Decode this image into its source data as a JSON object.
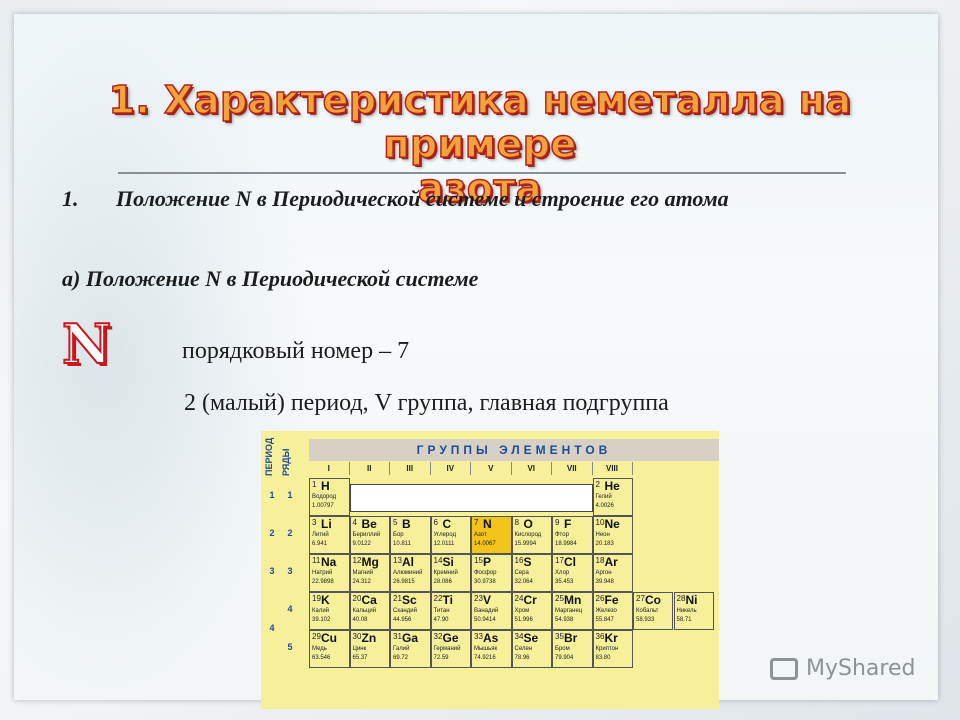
{
  "slide": {
    "title_line1": "1. Характеристика неметалла на примере",
    "title_line2": "азота",
    "item_number": "1.",
    "item_text": "Положение N  в Периодической системе и строение его атома",
    "sub_heading": "а) Положение N  в Периодической системе",
    "symbol": "N",
    "line1": "порядковый номер – 7",
    "line2": "2 (малый) период, V группа, главная подгруппа",
    "brand": "MyShared"
  },
  "table": {
    "header": "ГРУППЫ ЭЛЕМЕНТОВ",
    "col_period": "ПЕРИОД",
    "col_row": "РЯДЫ",
    "groups": [
      "I",
      "II",
      "III",
      "IV",
      "V",
      "VI",
      "VII",
      "VIII"
    ],
    "periods": [
      "1",
      "2",
      "3",
      "4"
    ],
    "rows": [
      "1",
      "2",
      "3",
      "4",
      "5"
    ],
    "elements": [
      {
        "z": "1",
        "sym": "H",
        "name": "Водород",
        "mass": "1.00797"
      },
      {
        "z": "2",
        "sym": "He",
        "name": "Гелий",
        "mass": "4.0026"
      },
      {
        "z": "3",
        "sym": "Li",
        "name": "Литий",
        "mass": "6.941"
      },
      {
        "z": "4",
        "sym": "Be",
        "name": "Бериллий",
        "mass": "9.0122"
      },
      {
        "z": "5",
        "sym": "B",
        "name": "Бор",
        "mass": "10.811"
      },
      {
        "z": "6",
        "sym": "C",
        "name": "Углерод",
        "mass": "12.0111"
      },
      {
        "z": "7",
        "sym": "N",
        "name": "Азот",
        "mass": "14.0067"
      },
      {
        "z": "8",
        "sym": "O",
        "name": "Кислород",
        "mass": "15.9994"
      },
      {
        "z": "9",
        "sym": "F",
        "name": "Фтор",
        "mass": "18.9984"
      },
      {
        "z": "10",
        "sym": "Ne",
        "name": "Неон",
        "mass": "20.183"
      },
      {
        "z": "11",
        "sym": "Na",
        "name": "Натрий",
        "mass": "22.9898"
      },
      {
        "z": "12",
        "sym": "Mg",
        "name": "Магний",
        "mass": "24.312"
      },
      {
        "z": "13",
        "sym": "Al",
        "name": "Алюминий",
        "mass": "26.9815"
      },
      {
        "z": "14",
        "sym": "Si",
        "name": "Кремний",
        "mass": "28.086"
      },
      {
        "z": "15",
        "sym": "P",
        "name": "Фосфор",
        "mass": "30.9738"
      },
      {
        "z": "16",
        "sym": "S",
        "name": "Сера",
        "mass": "32.064"
      },
      {
        "z": "17",
        "sym": "Cl",
        "name": "Хлор",
        "mass": "35.453"
      },
      {
        "z": "18",
        "sym": "Ar",
        "name": "Аргон",
        "mass": "39.948"
      },
      {
        "z": "19",
        "sym": "K",
        "name": "Калий",
        "mass": "39.102"
      },
      {
        "z": "20",
        "sym": "Ca",
        "name": "Кальций",
        "mass": "40.08"
      },
      {
        "z": "21",
        "sym": "Sc",
        "name": "Скандий",
        "mass": "44.956"
      },
      {
        "z": "22",
        "sym": "Ti",
        "name": "Титан",
        "mass": "47.90"
      },
      {
        "z": "23",
        "sym": "V",
        "name": "Ванадий",
        "mass": "50.9414"
      },
      {
        "z": "24",
        "sym": "Cr",
        "name": "Хром",
        "mass": "51.996"
      },
      {
        "z": "25",
        "sym": "Mn",
        "name": "Марганец",
        "mass": "54.938"
      },
      {
        "z": "26",
        "sym": "Fe",
        "name": "Железо",
        "mass": "55.847"
      },
      {
        "z": "27",
        "sym": "Co",
        "name": "Кобальт",
        "mass": "58.933"
      },
      {
        "z": "28",
        "sym": "Ni",
        "name": "Никель",
        "mass": "58.71"
      },
      {
        "z": "29",
        "sym": "Cu",
        "name": "Медь",
        "mass": "63.546"
      },
      {
        "z": "30",
        "sym": "Zn",
        "name": "Цинк",
        "mass": "65.37"
      },
      {
        "z": "31",
        "sym": "Ga",
        "name": "Галий",
        "mass": "69.72"
      },
      {
        "z": "32",
        "sym": "Ge",
        "name": "Германий",
        "mass": "72.59"
      },
      {
        "z": "33",
        "sym": "As",
        "name": "Мышьяк",
        "mass": "74.9216"
      },
      {
        "z": "34",
        "sym": "Se",
        "name": "Селен",
        "mass": "78.96"
      },
      {
        "z": "35",
        "sym": "Br",
        "name": "Бром",
        "mass": "79.904"
      },
      {
        "z": "36",
        "sym": "Kr",
        "name": "Криптон",
        "mass": "83.80"
      }
    ]
  },
  "colors": {
    "title_fill": "#f2a33b",
    "title_outline": "#b3241c",
    "symbol_red": "#c8171d",
    "highlight_nitrogen": "#f2c31a",
    "table_yellow": "#f5f099"
  }
}
